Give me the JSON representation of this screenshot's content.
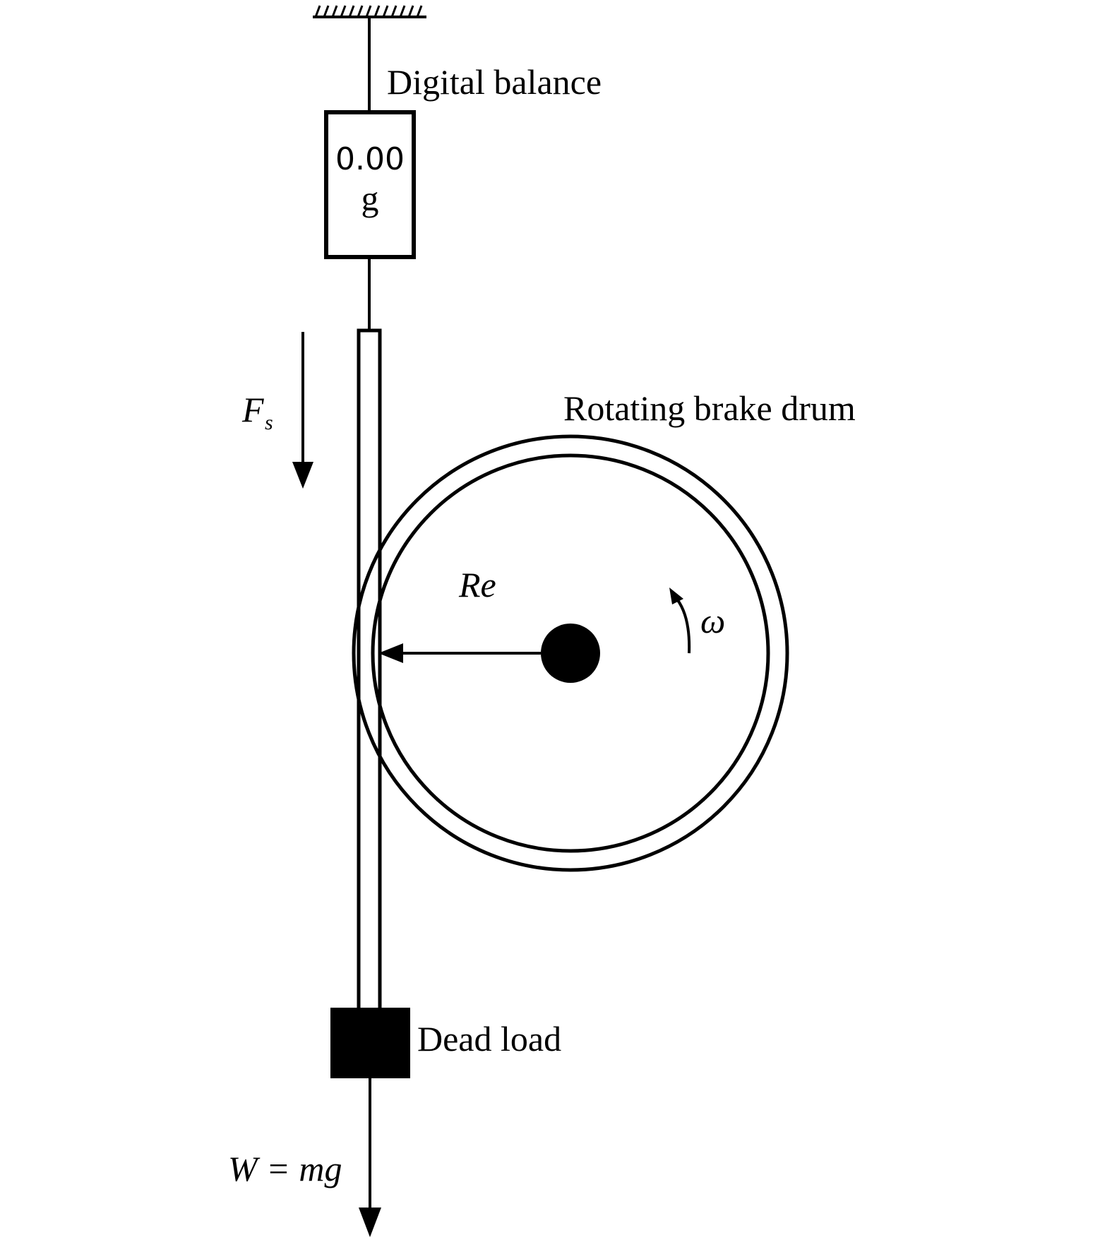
{
  "labels": {
    "digital_balance": "Digital balance",
    "rotating_brake_drum": "Rotating brake drum",
    "dead_load": "Dead load",
    "spring_force_main": "F",
    "spring_force_sub": "s",
    "effective_radius": "Re",
    "angular_velocity": "ω",
    "weight": "W = mg"
  },
  "balance_display": {
    "reading": "0.00",
    "unit": "g"
  },
  "colors": {
    "line": "#000000",
    "background": "#ffffff",
    "dead_load_fill": "#000000"
  }
}
